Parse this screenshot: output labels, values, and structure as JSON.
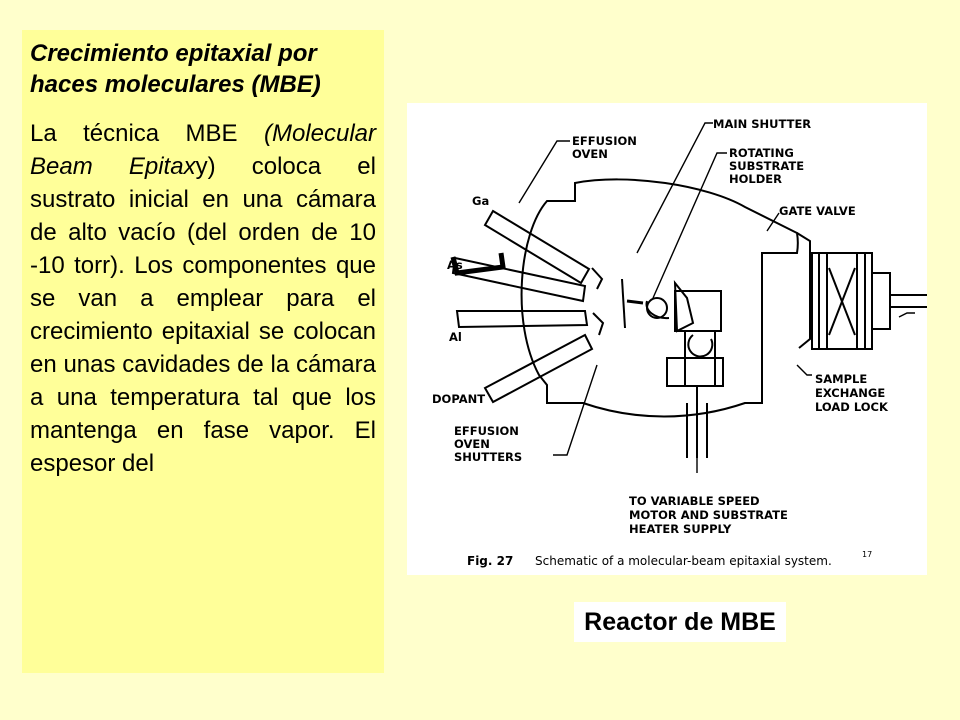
{
  "left_panel": {
    "title": "Crecimiento epitaxial por haces moleculares (MBE)",
    "paragraph": {
      "intro": "La técnica MBE ",
      "term_open": "(Molecular Beam Epitax",
      "term_tail": "y) coloca el sustrato inicial en una cámara de alto vacío (del orden de 10 -10 torr). Los componentes que se van a emplear para el crecimiento epitaxial se colocan en unas cavidades de la cámara a una temperatura tal que los mantenga en fase vapor. El espesor del"
    }
  },
  "figure": {
    "labels": {
      "main_shutter": "MAIN SHUTTER",
      "effusion_oven_1": "EFFUSION",
      "effusion_oven_2": "OVEN",
      "rotating_1": "ROTATING",
      "rotating_2": "SUBSTRATE",
      "rotating_3": "HOLDER",
      "gate_valve": "GATE VALVE",
      "ga": "Ga",
      "as": "As",
      "al": "Al",
      "dopant": "DOPANT",
      "sample_1": "SAMPLE",
      "sample_2": "EXCHANGE",
      "sample_3": "LOAD LOCK",
      "shutters_1": "EFFUSION",
      "shutters_2": "OVEN",
      "shutters_3": "SHUTTERS",
      "motor_1": "TO VARIABLE SPEED",
      "motor_2": "MOTOR AND SUBSTRATE",
      "motor_3": "HEATER SUPPLY"
    },
    "caption": {
      "fig_number": "Fig. 27",
      "text": "Schematic of a molecular-beam epitaxial system.",
      "ref": "17"
    }
  },
  "reactor_label": "Reactor de MBE"
}
